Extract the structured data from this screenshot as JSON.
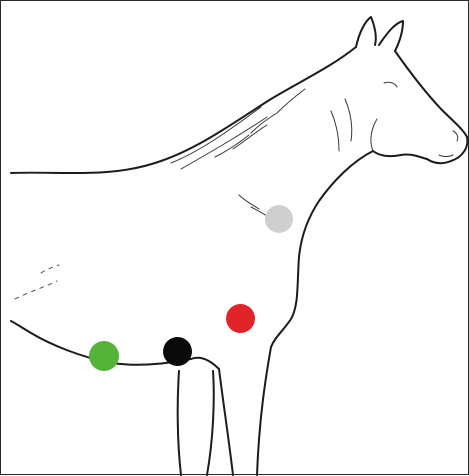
{
  "figure": {
    "subject_icon": "horse-icon",
    "markers": [
      {
        "name": "marker-gray",
        "color": "#cfcfcf"
      },
      {
        "name": "marker-red",
        "color": "#e0242a"
      },
      {
        "name": "marker-black",
        "color": "#0a0a0a"
      },
      {
        "name": "marker-green",
        "color": "#55b33a"
      }
    ]
  }
}
